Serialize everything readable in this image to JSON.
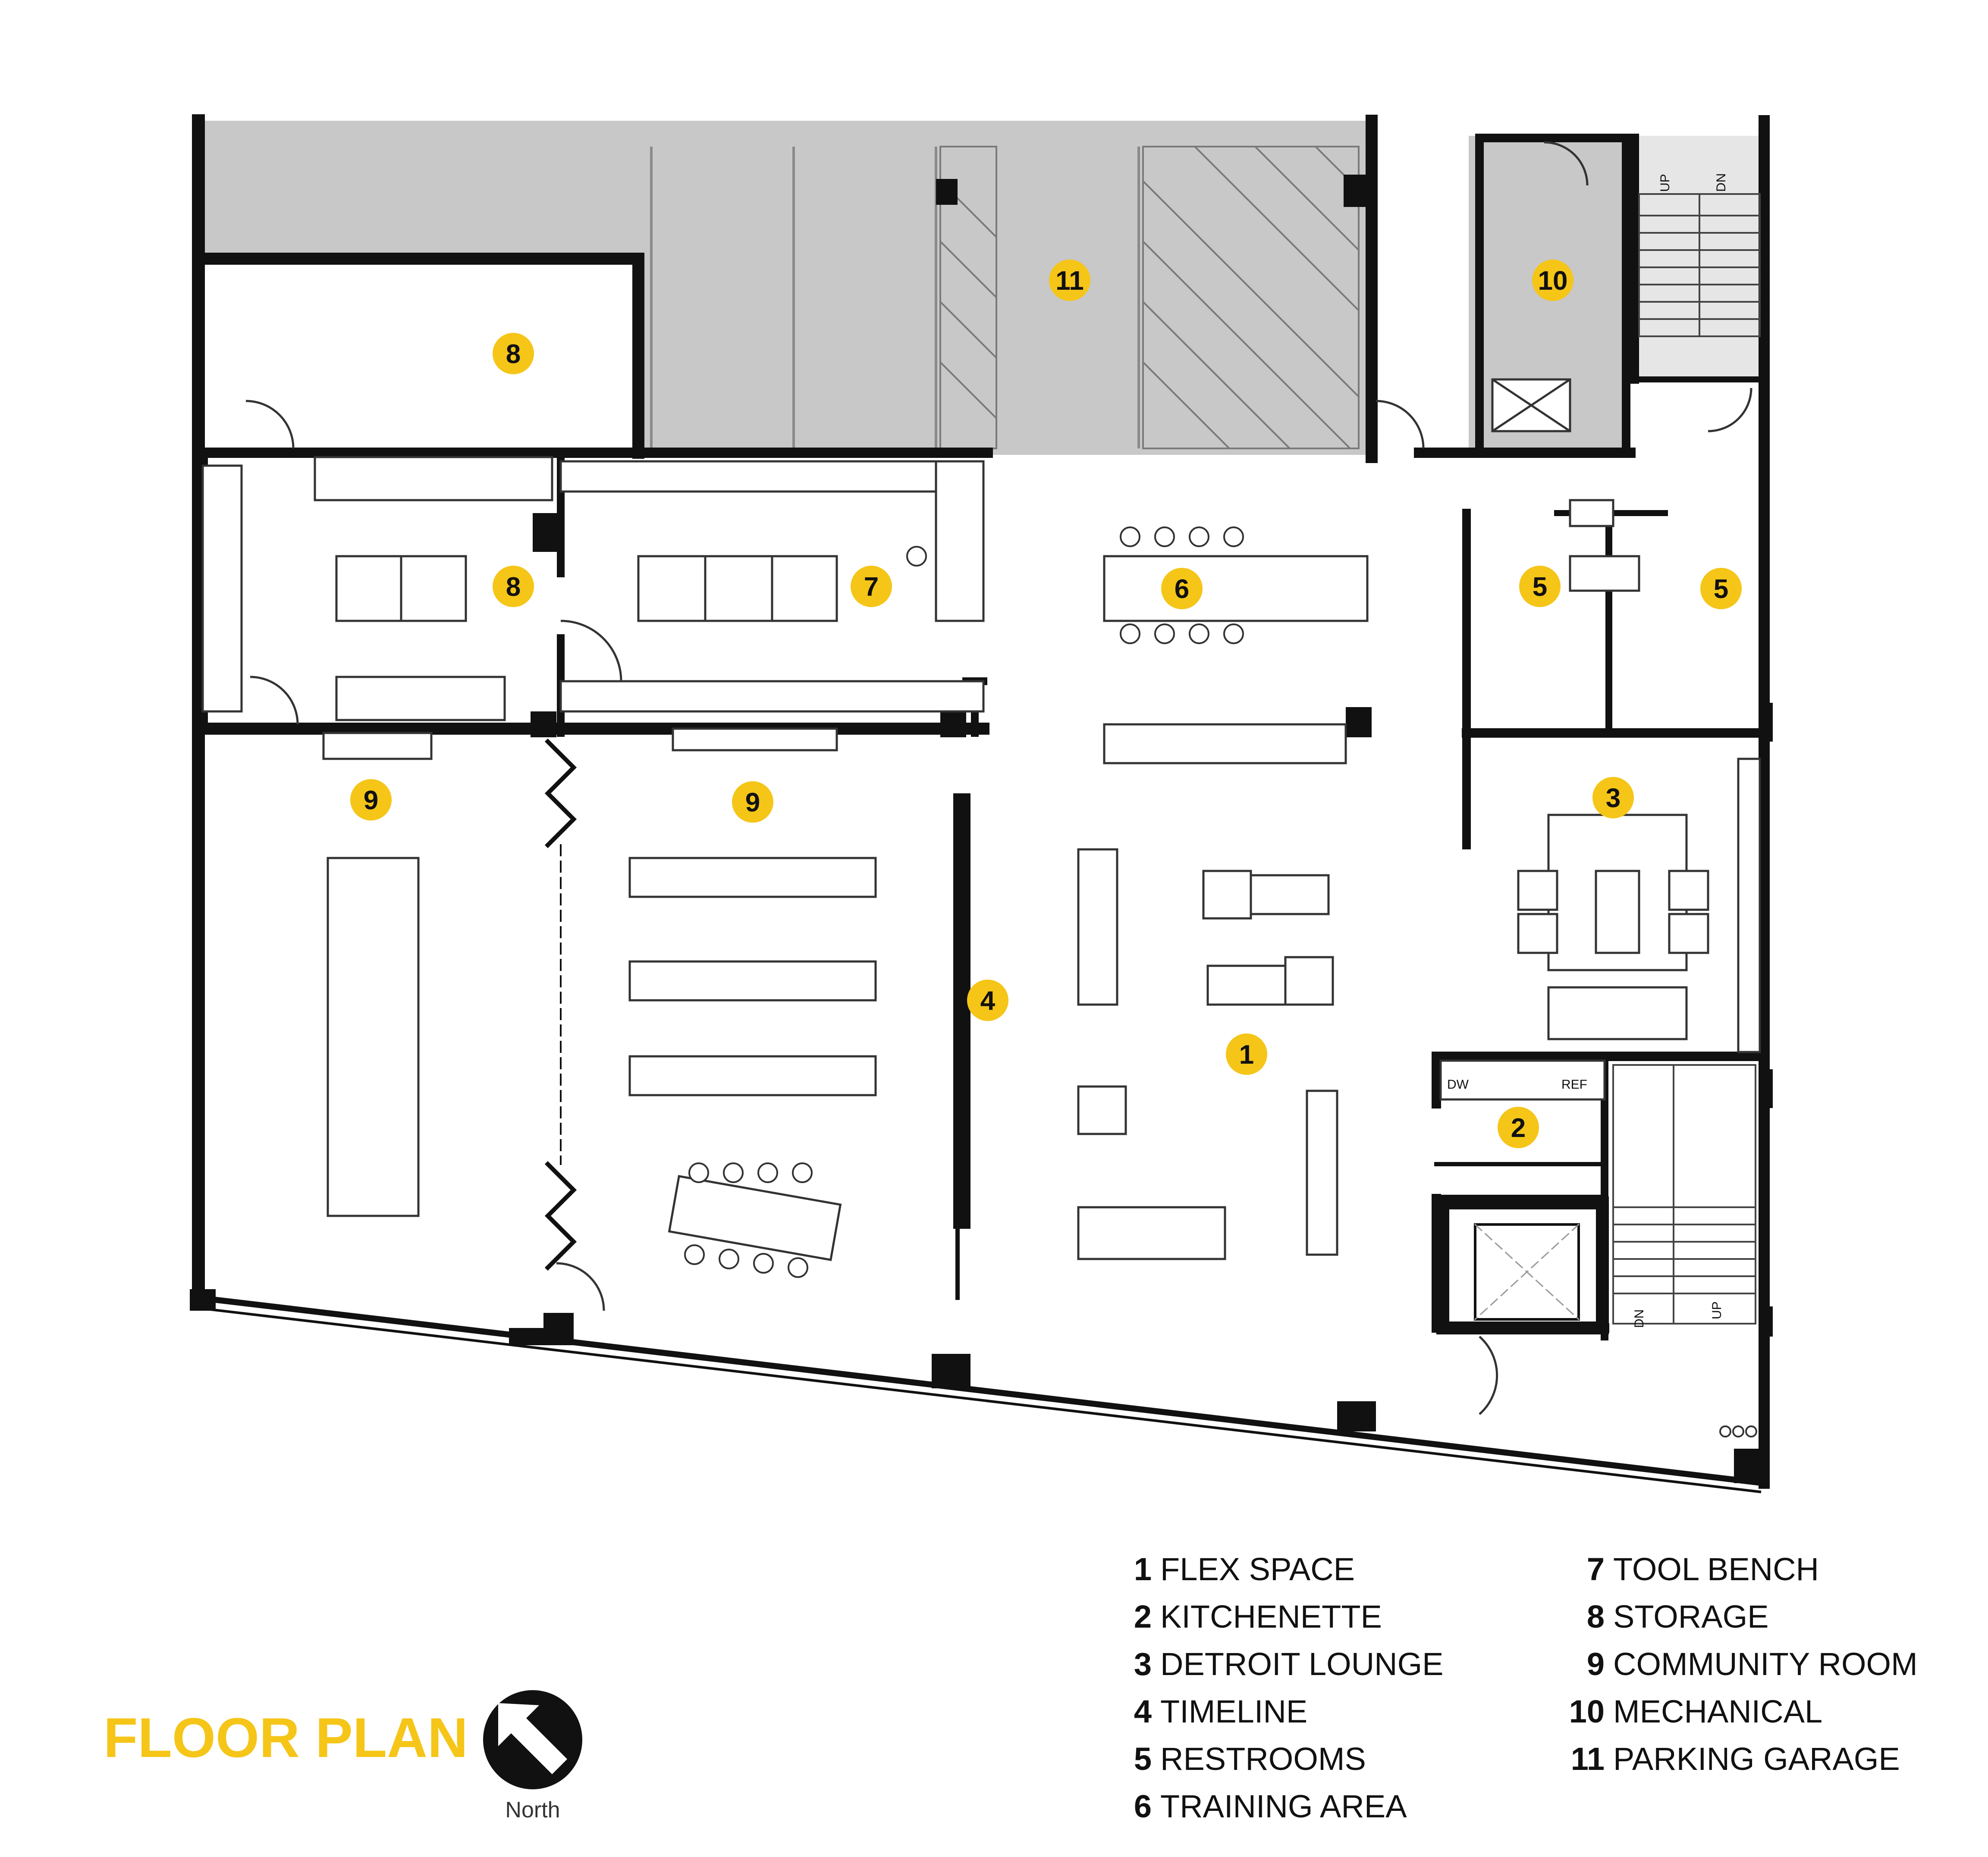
{
  "title": "FLOOR PLAN",
  "north_label": "North",
  "colors": {
    "accent": "#f5c518",
    "wall": "#111111",
    "garage": "#c8c8c8",
    "line": "#555555"
  },
  "room_markers": [
    "11",
    "10",
    "8",
    "8",
    "7",
    "6",
    "5",
    "5",
    "3",
    "9",
    "9",
    "4",
    "1",
    "2"
  ],
  "annotations": {
    "up": "UP",
    "dn": "DN",
    "dw": "DW",
    "ref": "REF"
  },
  "legend": [
    {
      "num": "1",
      "label": "FLEX SPACE"
    },
    {
      "num": "2",
      "label": "KITCHENETTE"
    },
    {
      "num": "3",
      "label": "DETROIT LOUNGE"
    },
    {
      "num": "4",
      "label": "TIMELINE"
    },
    {
      "num": "5",
      "label": "RESTROOMS"
    },
    {
      "num": "6",
      "label": "TRAINING AREA"
    },
    {
      "num": "7",
      "label": "TOOL BENCH"
    },
    {
      "num": "8",
      "label": "STORAGE"
    },
    {
      "num": "9",
      "label": "COMMUNITY ROOM"
    },
    {
      "num": "10",
      "label": "MECHANICAL"
    },
    {
      "num": "11",
      "label": "PARKING GARAGE"
    }
  ]
}
